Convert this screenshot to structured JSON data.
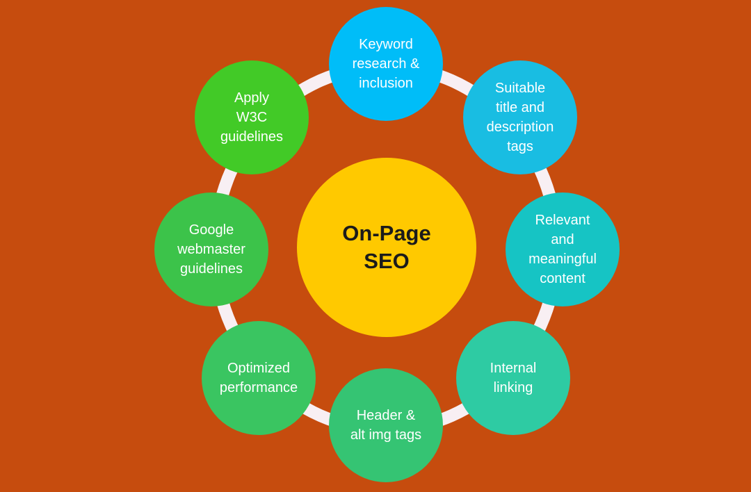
{
  "center": {
    "label": "On-Page\nSEO"
  },
  "nodes": [
    {
      "label": "Keyword\nresearch &\ninclusion",
      "color": "#00BDF8"
    },
    {
      "label": "Suitable\ntitle and\ndescription\ntags",
      "color": "#19BDE2"
    },
    {
      "label": "Relevant\nand\nmeaningful\ncontent",
      "color": "#16C4C4"
    },
    {
      "label": "Internal\nlinking",
      "color": "#2ECBA3"
    },
    {
      "label": "Header &\nalt img tags",
      "color": "#35C473"
    },
    {
      "label": "Optimized\nperformance",
      "color": "#3AC561"
    },
    {
      "label": "Google\nwebmaster\nguidelines",
      "color": "#3CC34A"
    },
    {
      "label": "Apply\nW3C\nguidelines",
      "color": "#42CA27"
    }
  ],
  "colors": {
    "background": "#C64C0E",
    "ring": "#F8EFF3",
    "center": "#FFC900"
  }
}
